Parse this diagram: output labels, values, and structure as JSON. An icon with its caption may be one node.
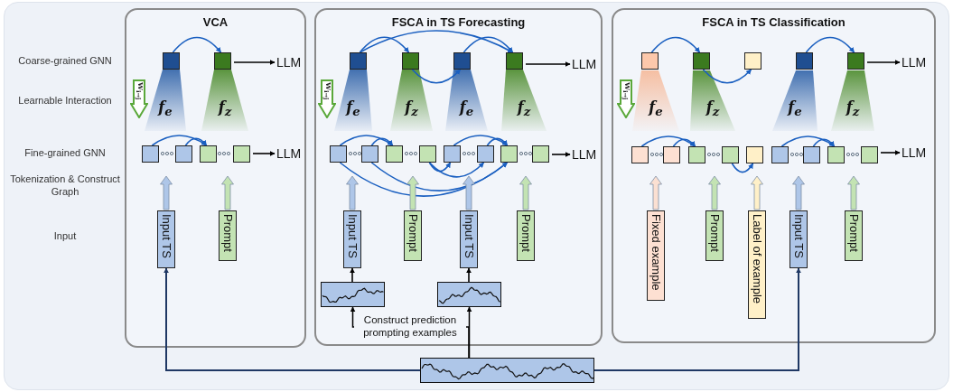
{
  "diagram": {
    "nodes": [
      {
        "text": [
          "VCA"
        ]
      },
      {
        "text": [
          "W$_{i→j}$"
        ],
        "in": 0
      },
      {
        "text": [],
        "shape": "box",
        "in": 0
      },
      {
        "text": [],
        "shape": "box",
        "in": 0
      },
      {
        "text": [
          "LLM"
        ],
        "in": 0
      },
      {
        "text": [
          "f$_{e}$"
        ],
        "in": 0
      },
      {
        "text": [
          "f$_{z}$"
        ],
        "in": 0
      },
      {
        "text": [],
        "shape": "box",
        "in": 0
      },
      {
        "text": [],
        "shape": "box",
        "in": 0
      },
      {
        "text": [],
        "shape": "box",
        "in": 0
      },
      {
        "text": [],
        "shape": "box",
        "in": 0
      },
      {
        "text": [
          "LLM"
        ],
        "in": 0
      },
      {
        "text": [
          "Input TS"
        ],
        "in": 0
      },
      {
        "text": [
          "Prompt"
        ],
        "in": 0
      },
      {
        "text": [
          "FSCA in TS Forecasting"
        ]
      },
      {
        "text": [
          "W$_{i→j}$"
        ],
        "in": 14
      },
      {
        "text": [],
        "shape": "box",
        "in": 14
      },
      {
        "text": [],
        "shape": "box",
        "in": 14
      },
      {
        "text": [],
        "shape": "box",
        "in": 14
      },
      {
        "text": [],
        "shape": "box",
        "in": 14
      },
      {
        "text": [
          "LLM"
        ],
        "in": 14
      },
      {
        "text": [
          "f$_{e}$"
        ],
        "in": 14
      },
      {
        "text": [
          "f$_{z}$"
        ],
        "in": 14
      },
      {
        "text": [
          "f$_{e}$"
        ],
        "in": 14
      },
      {
        "text": [
          "f$_{z}$"
        ],
        "in": 14
      },
      {
        "text": [],
        "shape": "box",
        "in": 14
      },
      {
        "text": [],
        "shape": "box",
        "in": 14
      },
      {
        "text": [],
        "shape": "box",
        "in": 14
      },
      {
        "text": [],
        "shape": "box",
        "in": 14
      },
      {
        "text": [],
        "shape": "box",
        "in": 14
      },
      {
        "text": [],
        "shape": "box",
        "in": 14
      },
      {
        "text": [],
        "shape": "box",
        "in": 14
      },
      {
        "text": [],
        "shape": "box",
        "in": 14
      },
      {
        "text": [
          "LLM"
        ],
        "in": 14
      },
      {
        "text": [
          "Input TS"
        ],
        "in": 14
      },
      {
        "text": [
          "Prompt"
        ],
        "in": 14
      },
      {
        "text": [
          "Input TS"
        ],
        "in": 14
      },
      {
        "text": [
          "Prompt"
        ],
        "in": 14
      },
      {
        "text": [],
        "shape": "picture",
        "in": 14
      },
      {
        "text": [],
        "shape": "picture",
        "in": 14
      },
      {
        "text": [
          "FSCA in TS Classification"
        ]
      },
      {
        "text": [
          "W$_{i→j}$"
        ],
        "in": 40
      },
      {
        "text": [],
        "shape": "box",
        "in": 40
      },
      {
        "text": [],
        "shape": "box",
        "in": 40
      },
      {
        "text": [],
        "shape": "box",
        "in": 40
      },
      {
        "text": [],
        "shape": "box",
        "in": 40
      },
      {
        "text": [],
        "shape": "box",
        "in": 40
      },
      {
        "text": [
          "LLM"
        ],
        "in": 40
      },
      {
        "text": [
          "f$_{e}$"
        ],
        "in": 40
      },
      {
        "text": [
          "f$_{z}$"
        ],
        "in": 40
      },
      {
        "text": [
          "f$_{e}$"
        ],
        "in": 40
      },
      {
        "text": [
          "f$_{z}$"
        ],
        "in": 40
      },
      {
        "text": [],
        "shape": "box",
        "in": 40
      },
      {
        "text": [],
        "shape": "box",
        "in": 40
      },
      {
        "text": [],
        "shape": "box",
        "in": 40
      },
      {
        "text": [],
        "shape": "box",
        "in": 40
      },
      {
        "text": [],
        "shape": "box",
        "in": 40
      },
      {
        "text": [],
        "shape": "box",
        "in": 40
      },
      {
        "text": [],
        "shape": "box",
        "in": 40
      },
      {
        "text": [],
        "shape": "box",
        "in": 40
      },
      {
        "text": [],
        "shape": "box",
        "in": 40
      },
      {
        "text": [
          "LLM"
        ],
        "in": 40
      },
      {
        "text": [
          "Fixed example"
        ],
        "in": 40
      },
      {
        "text": [
          "Prompt"
        ],
        "in": 40
      },
      {
        "text": [
          "Label of example"
        ],
        "in": 40
      },
      {
        "text": [
          "Input TS"
        ],
        "in": 40
      },
      {
        "text": [
          "Prompt"
        ],
        "in": 40
      },
      {
        "text": [],
        "shape": "picture"
      }
    ],
    "edges": [
      {
        "from": 2,
        "to": 3,
        "arrow": "to"
      },
      {
        "from": 3,
        "to": 4,
        "arrow": "to",
        "color": "#000000"
      },
      {
        "from": 7,
        "to": 9,
        "arrow": "to"
      },
      {
        "from": 8,
        "to": 9,
        "arrow": "to"
      },
      {
        "from": 10,
        "to": 11,
        "arrow": "to",
        "color": "#000000"
      },
      {
        "from": 12,
        "to": null,
        "arrow": "to",
        "style": "thick",
        "color": "#aec6e8"
      },
      {
        "from": 13,
        "to": null,
        "arrow": "to",
        "style": "thick",
        "color": "#c3e3b3"
      },
      {
        "from": 16,
        "to": 17,
        "arrow": "to"
      },
      {
        "from": 18,
        "to": 19,
        "arrow": "to"
      },
      {
        "from": 17,
        "to": 18,
        "arrow": "to"
      },
      {
        "from": 16,
        "to": 19,
        "arrow": "to"
      },
      {
        "from": 19,
        "to": 20,
        "arrow": "to",
        "color": "#000000"
      },
      {
        "from": 25,
        "to": 27,
        "arrow": "to"
      },
      {
        "from": 26,
        "to": 27,
        "arrow": "to"
      },
      {
        "from": 29,
        "to": 31,
        "arrow": "to"
      },
      {
        "from": 30,
        "to": 31,
        "arrow": "to"
      },
      {
        "from": 28,
        "to": 29,
        "arrow": "to"
      },
      {
        "from": 28,
        "to": 30,
        "arrow": "to"
      },
      {
        "from": 26,
        "to": 31,
        "arrow": "to"
      },
      {
        "from": 25,
        "to": 31,
        "arrow": "to"
      },
      {
        "from": 32,
        "to": 33,
        "arrow": "to",
        "color": "#000000"
      },
      {
        "from": 34,
        "to": null,
        "arrow": "to",
        "style": "thick",
        "color": "#aec6e8"
      },
      {
        "from": 35,
        "to": null,
        "arrow": "to",
        "style": "thick",
        "color": "#c3e3b3"
      },
      {
        "from": 36,
        "to": null,
        "arrow": "to",
        "style": "thick",
        "color": "#aec6e8"
      },
      {
        "from": 37,
        "to": null,
        "arrow": "to",
        "style": "thick",
        "color": "#c3e3b3"
      },
      {
        "from": 42,
        "to": 43,
        "arrow": "to"
      },
      {
        "from": 43,
        "to": 44,
        "arrow": "to"
      },
      {
        "from": 45,
        "to": 46,
        "arrow": "to"
      },
      {
        "from": 46,
        "to": 47,
        "arrow": "to",
        "color": "#000000"
      },
      {
        "from": 52,
        "to": 54,
        "arrow": "to"
      },
      {
        "from": 53,
        "to": 54,
        "arrow": "to"
      },
      {
        "from": 55,
        "to": 56,
        "arrow": "to"
      },
      {
        "from": 57,
        "to": 59,
        "arrow": "to"
      },
      {
        "from": 58,
        "to": 59,
        "arrow": "to"
      },
      {
        "from": 60,
        "to": 61,
        "arrow": "to",
        "color": "#000000"
      },
      {
        "from": 62,
        "to": null,
        "arrow": "to",
        "style": "thick",
        "color": "#fbe0d2"
      },
      {
        "from": 63,
        "to": null,
        "arrow": "to",
        "style": "thick",
        "color": "#c3e3b3"
      },
      {
        "from": 64,
        "to": null,
        "arrow": "to",
        "style": "thick",
        "color": "#fff0c8"
      },
      {
        "from": 65,
        "to": null,
        "arrow": "to",
        "style": "thick",
        "color": "#aec6e8"
      },
      {
        "from": 66,
        "to": null,
        "arrow": "to",
        "style": "thick",
        "color": "#c3e3b3"
      },
      {
        "from": 38,
        "to": 34,
        "arrow": "to",
        "color": "#000000"
      },
      {
        "from": 39,
        "to": 36,
        "arrow": "to",
        "color": "#000000"
      },
      {
        "from": 67,
        "to": 38,
        "arrow": "to",
        "label": "Construct prediction prompting examples",
        "color": "#000000"
      },
      {
        "from": 67,
        "to": 39,
        "arrow": "to",
        "color": "#000000"
      },
      {
        "from": 67,
        "to": 12,
        "arrow": "to",
        "color": "#1f3864"
      },
      {
        "from": 67,
        "to": 65,
        "arrow": "to",
        "color": "#1f3864"
      }
    ],
    "labels": [
      "Coarse-grained GNN",
      "Learnable Interaction",
      "Fine-grained GNN",
      "Tokenization & Construct Graph",
      "Input"
    ]
  }
}
